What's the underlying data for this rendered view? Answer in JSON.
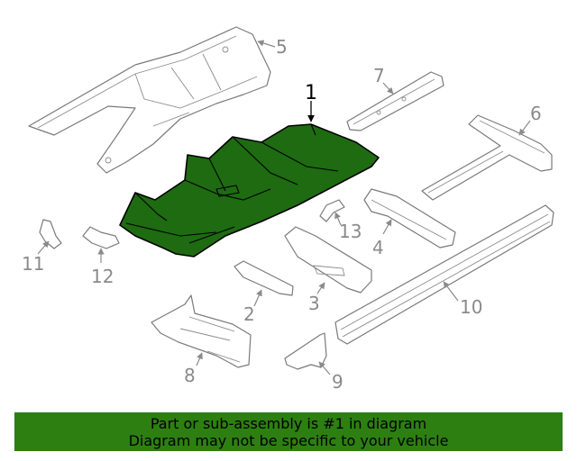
{
  "callouts": {
    "part_1": "1",
    "part_2": "2",
    "part_3": "3",
    "part_4": "4",
    "part_5": "5",
    "part_6": "6",
    "part_7": "7",
    "part_8": "8",
    "part_9": "9",
    "part_10": "10",
    "part_11": "11",
    "part_12": "12",
    "part_13": "13"
  },
  "highlight_color": "#1e6b12",
  "banner": {
    "line1": "Part or sub-assembly is #1 in diagram",
    "line2": "Diagram may not be specific to your vehicle",
    "background": "#2d7f12"
  }
}
